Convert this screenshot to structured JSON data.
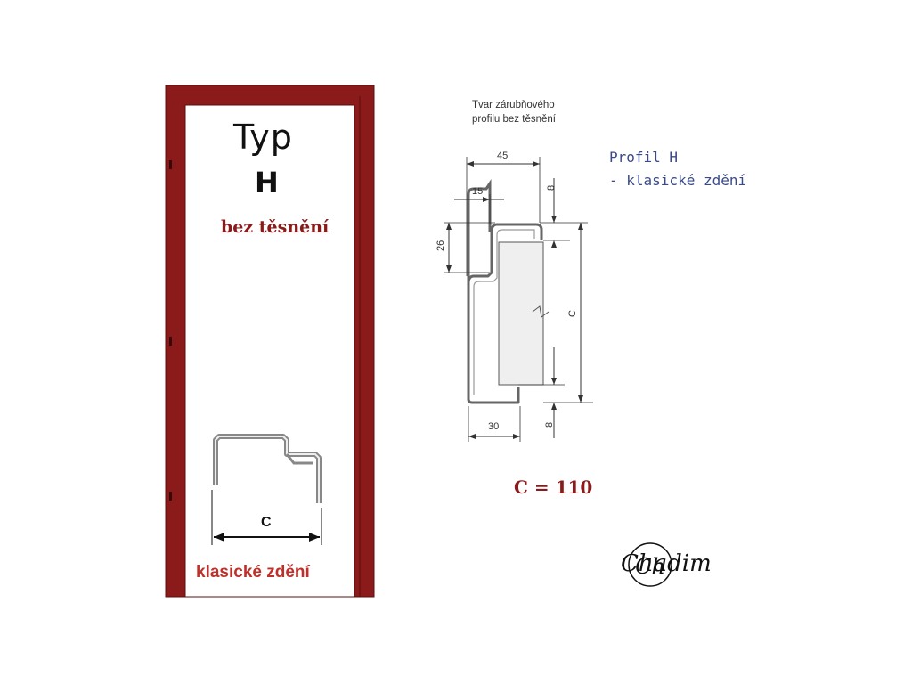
{
  "door": {
    "title": "Typ",
    "type_letter": "H",
    "seal_text": "bez těsnění",
    "wall_text": "klasické zdění",
    "dimension_label": "C"
  },
  "profile": {
    "caption_line1": "Tvar zárubňového",
    "caption_line2": "profilu bez těsnění",
    "label_line1": "Profil H",
    "label_line2": "- klasické zdění",
    "dimensions": {
      "width_top": "45",
      "inner_step": "15",
      "height_step": "26",
      "top_offset": "8",
      "bottom_offset": "8",
      "bottom_width": "30",
      "c_label": "C"
    },
    "c_value": "C = 110"
  },
  "logo": {
    "text": "Chadim",
    "badge": "Ch"
  },
  "colors": {
    "frame_red": "#8b1a1a",
    "label_blue": "#3a4a8a",
    "wall_red": "#c0302a",
    "profile_gray": "#666666"
  }
}
